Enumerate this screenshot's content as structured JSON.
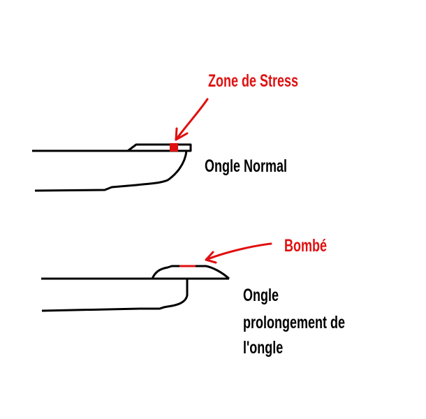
{
  "labels": {
    "stress_zone": "Zone de Stress",
    "normal_nail": "Ongle Normal",
    "bulge": "Bombé",
    "extension_line1": "Ongle",
    "extension_line2": "prolongement de",
    "extension_line3": "l'ongle"
  },
  "colors": {
    "highlight": "#e01010",
    "outline": "#000000"
  }
}
